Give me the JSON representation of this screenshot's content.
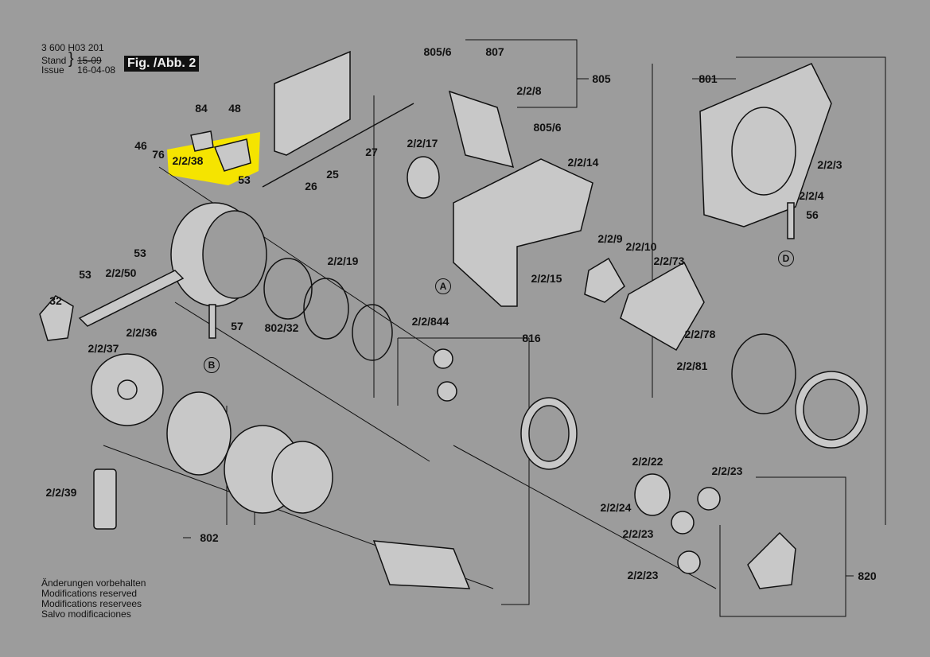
{
  "header": {
    "part_number": "3 600 H03 201",
    "stand_label": "Stand",
    "issue_label": "Issue",
    "stand_date_struck": "15-09",
    "issue_date": "16-04-08",
    "figure_title": "Fig. /Abb. 2"
  },
  "highlight_color": "#f5e400",
  "labels": {
    "l805_6a": "805/6",
    "l807": "807",
    "l805": "805",
    "l2_2_8": "2/2/8",
    "l805_6b": "805/6",
    "l801": "801",
    "l84": "84",
    "l48": "48",
    "l46": "46",
    "l76": "76",
    "l2_2_38": "2/2/38",
    "l53a": "53",
    "l27": "27",
    "l25": "25",
    "l26": "26",
    "l2_2_17": "2/2/17",
    "l2_2_14": "2/2/14",
    "l2_2_3": "2/2/3",
    "l2_2_4": "2/2/4",
    "l56": "56",
    "l53b": "53",
    "l53c": "53",
    "l2_2_50": "2/2/50",
    "l32": "32",
    "l2_2_19": "2/2/19",
    "l2_2_9": "2/2/9",
    "l2_2_10": "2/2/10",
    "l2_2_73": "2/2/73",
    "lD": "D",
    "lA": "A",
    "lB": "B",
    "l2_2_15": "2/2/15",
    "l57": "57",
    "l802_32": "802/32",
    "l2_2_36": "2/2/36",
    "l2_2_37": "2/2/37",
    "l2_2_844": "2/2/844",
    "l816": "816",
    "l2_2_78": "2/2/78",
    "l2_2_81": "2/2/81",
    "l2_2_39": "2/2/39",
    "l802": "802",
    "l2_2_22": "2/2/22",
    "l2_2_23a": "2/2/23",
    "l2_2_24": "2/2/24",
    "l2_2_23b": "2/2/23",
    "l2_2_23c": "2/2/23",
    "l820": "820"
  },
  "notes": [
    "Änderungen vorbehalten",
    "Modifications reserved",
    "Modifications reservees",
    "Salvo modificaciones"
  ]
}
